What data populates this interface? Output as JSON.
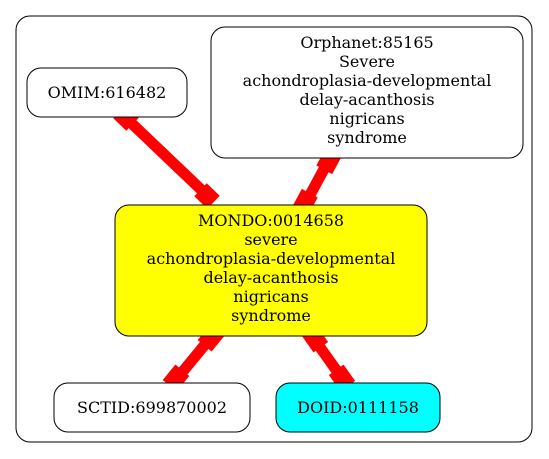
{
  "nodes": {
    "omim": {
      "lines": [
        "OMIM:616482"
      ],
      "fill": "#ffffff"
    },
    "orphanet": {
      "lines": [
        "Orphanet:85165",
        "Severe",
        "achondroplasia-developmental",
        "delay-acanthosis",
        "nigricans",
        "syndrome"
      ],
      "fill": "#ffffff"
    },
    "mondo": {
      "lines": [
        "MONDO:0014658",
        "severe",
        "achondroplasia-developmental",
        "delay-acanthosis",
        "nigricans",
        "syndrome"
      ],
      "fill": "#ffff00"
    },
    "sctid": {
      "lines": [
        "SCTID:699870002"
      ],
      "fill": "#ffffff"
    },
    "doid": {
      "lines": [
        "DOID:0111158"
      ],
      "fill": "#00ffff"
    }
  },
  "edges": [
    {
      "from": "omim",
      "to": "mondo"
    },
    {
      "from": "orphanet",
      "to": "mondo"
    },
    {
      "from": "mondo",
      "to": "sctid"
    },
    {
      "from": "mondo",
      "to": "doid"
    }
  ],
  "colors": {
    "edge": "#ff0000",
    "stroke": "#000000"
  }
}
